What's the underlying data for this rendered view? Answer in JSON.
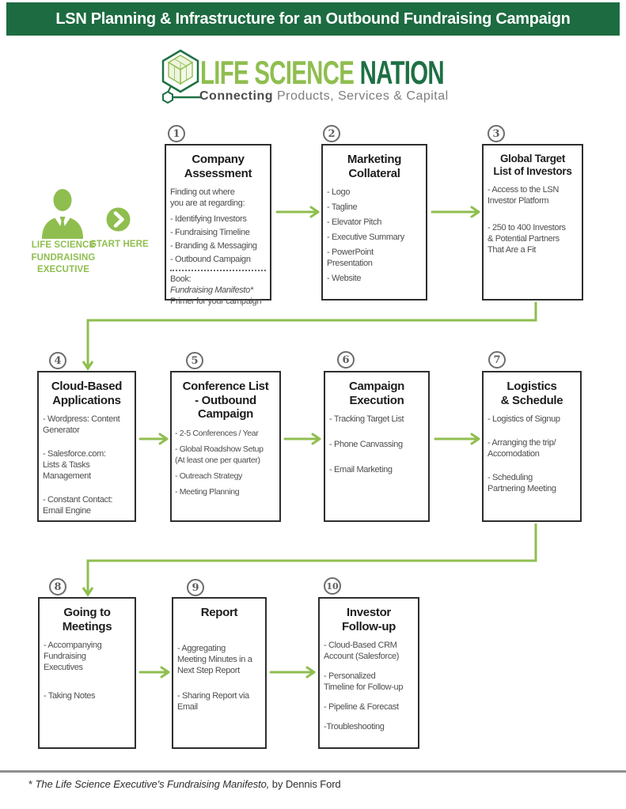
{
  "header": {
    "title": "LSN Planning & Infrastructure for an Outbound Fundraising Campaign"
  },
  "logo": {
    "brand_light": "LIFE SCIENCE",
    "brand_dark": " NATION",
    "tagline_bold": "Connecting",
    "tagline_rest": " Products, Services & Capital",
    "icon": "hexagon-cube-logo"
  },
  "start": {
    "persona": "LIFE SCIENCE\nFUNDRAISING\nEXECUTIVE",
    "label": "START HERE",
    "icon": "person-silhouette",
    "arrow_icon": "chevron-right-circle"
  },
  "colors": {
    "header_green": "#1d6b41",
    "light_green": "#8fbe4f",
    "dark_green": "#1e7044",
    "box_border": "#2e2e2e"
  },
  "steps": [
    {
      "number": "1",
      "title": "Company\nAssessment",
      "intro": "Finding out where\nyou are at regarding:",
      "bullets": [
        "- Identifying Investors",
        "- Fundraising Timeline",
        "- Branding & Messaging",
        "- Outbound Campaign"
      ],
      "book_label": "Book:",
      "book_title": "Fundraising Manifesto*",
      "book_note": "Primer for your campaign"
    },
    {
      "number": "2",
      "title": "Marketing\nCollateral",
      "bullets": [
        "- Logo",
        "- Tagline",
        "- Elevator Pitch",
        "- Executive Summary",
        "- PowerPoint\nPresentation",
        "- Website"
      ]
    },
    {
      "number": "3",
      "title": "Global Target\nList of Investors",
      "bullets": [
        "- Access to the LSN\nInvestor Platform",
        "- 250 to 400 Investors\n& Potential Partners\nThat Are a Fit"
      ]
    },
    {
      "number": "4",
      "title": "Cloud-Based\nApplications",
      "bullets": [
        "- Wordpress: Content\nGenerator",
        "- Salesforce.com:\nLists & Tasks\nManagement",
        "- Constant Contact:\nEmail Engine"
      ]
    },
    {
      "number": "5",
      "title": "Conference List\n- Outbound\nCampaign",
      "bullets": [
        "- 2-5 Conferences / Year",
        "- Global Roadshow Setup\n(At least one per quarter)",
        "- Outreach Strategy",
        "- Meeting Planning"
      ]
    },
    {
      "number": "6",
      "title": "Campaign\nExecution",
      "bullets": [
        "- Tracking Target List",
        "- Phone Canvassing",
        "- Email Marketing"
      ]
    },
    {
      "number": "7",
      "title": "Logistics\n& Schedule",
      "bullets": [
        "- Logistics of Signup",
        "- Arranging the trip/\nAccomodation",
        "- Scheduling\nPartnering Meeting"
      ]
    },
    {
      "number": "8",
      "title": "Going to\nMeetings",
      "bullets": [
        "- Accompanying\nFundraising\nExecutives",
        "- Taking Notes"
      ]
    },
    {
      "number": "9",
      "title": "Report",
      "bullets": [
        "- Aggregating\nMeeting Minutes in a\nNext Step Report",
        "- Sharing Report via\nEmail"
      ]
    },
    {
      "number": "10",
      "title": "Investor\nFollow-up",
      "bullets": [
        "- Cloud-Based CRM\nAccount (Salesforce)",
        "- Personalized\nTimeline for Follow-up",
        "- Pipeline & Forecast",
        "-Troubleshooting"
      ]
    }
  ],
  "footnote": {
    "marker": "* ",
    "title": "The Life Science Executive's Fundraising Manifesto,",
    "rest": " by Dennis Ford"
  }
}
